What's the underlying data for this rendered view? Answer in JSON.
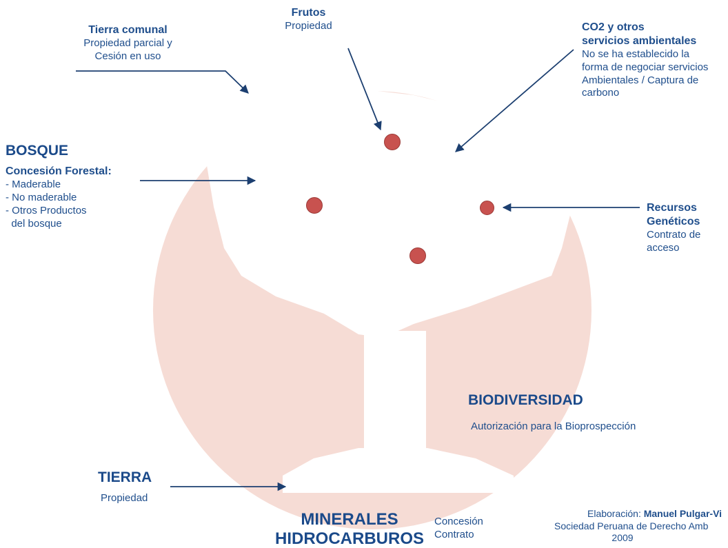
{
  "colors": {
    "circle": "#f6dcd5",
    "tree": "#ffffff",
    "arrow": "#1c3f70",
    "text": "#1f4e8c",
    "dot": "#c8524f"
  },
  "tierra_comunal": {
    "title": "Tierra comunal",
    "line1": "Propiedad parcial y",
    "line2": "Cesión en uso"
  },
  "frutos": {
    "title": "Frutos",
    "subtitle": "Propiedad"
  },
  "co2": {
    "title1": "CO2 y otros",
    "title2": "servicios ambientales",
    "line1": "No se ha establecido la",
    "line2": "forma de negociar servicios",
    "line3": "Ambientales / Captura de",
    "line4": "carbono"
  },
  "bosque": {
    "title": "BOSQUE",
    "subtitle": "Concesión Forestal:",
    "items": [
      "- Maderable",
      "- No maderable",
      "- Otros Productos",
      "  del bosque"
    ]
  },
  "recursos": {
    "title1": "Recursos",
    "title2": "Genéticos",
    "line1": "Contrato de",
    "line2": "acceso"
  },
  "biodiversidad": {
    "title": "BIODIVERSIDAD",
    "subtitle": "Autorización para la Bioprospección"
  },
  "tierra": {
    "title": "TIERRA",
    "subtitle": "Propiedad"
  },
  "minerales": {
    "title1": "MINERALES",
    "title2": "HIDROCARBUROS",
    "line1": "Concesión",
    "line2": "Contrato"
  },
  "credit": {
    "prefix": "Elaboración: ",
    "author": "Manuel Pulgar-Vi",
    "org": "Sociedad Peruana de Derecho Amb",
    "year": "2009"
  }
}
